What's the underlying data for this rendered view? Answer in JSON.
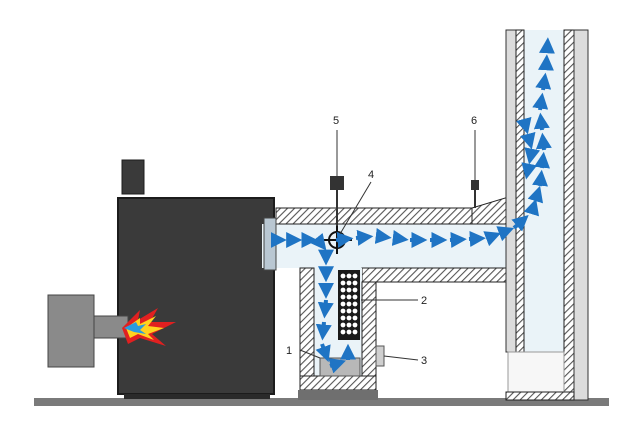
{
  "colors": {
    "boiler_body": "#3a3a3a",
    "boiler_edge": "#1c1c1c",
    "burner": "#8a8a8a",
    "duct_fill": "#eaf3f8",
    "wall_hatch": "#555555",
    "wall_edge": "#222222",
    "insulation": "#dcdcdc",
    "floor": "#7a7a7a",
    "flow_arrow": "#1f74c4",
    "flame_red": "#e02020",
    "flame_yellow": "#ffd21f",
    "flame_blue": "#2a9be0",
    "sensor": "#333333",
    "filter_ball": "#ffffff"
  },
  "callouts": [
    {
      "id": "1",
      "label": "1"
    },
    {
      "id": "2",
      "label": "2"
    },
    {
      "id": "3",
      "label": "3"
    },
    {
      "id": "4",
      "label": "4"
    },
    {
      "id": "5",
      "label": "5"
    },
    {
      "id": "6",
      "label": "6"
    }
  ],
  "icons": {
    "flame": "flame-icon",
    "damper": "damper-icon",
    "flow": "flow-arrow-icon"
  }
}
